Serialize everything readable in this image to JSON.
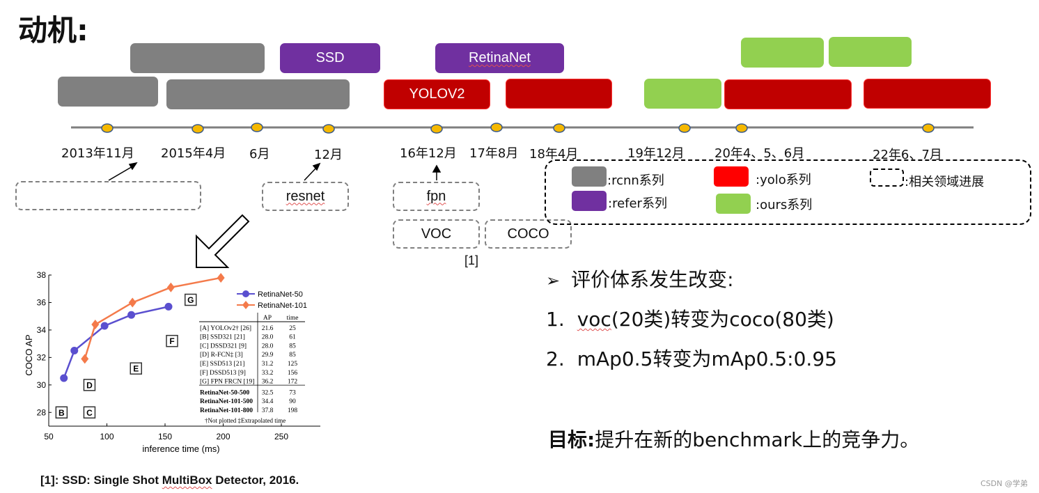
{
  "title": "动机:",
  "method_boxes": {
    "ssd": "SSD",
    "retinanet": "RetinaNet",
    "yolov2": "YOLOV2"
  },
  "timeline_labels": [
    "2013年11月",
    "2015年4月",
    "6月",
    "12月",
    "16年12月",
    "17年8月",
    "18年4月",
    "19年12月",
    "20年4、5、6月",
    "22年6、7月"
  ],
  "related": {
    "resnet": "resnet",
    "fpn": "fpn",
    "voc": "VOC",
    "coco": "COCO",
    "citation_mark": "[1]"
  },
  "legend": {
    "rcnn": ":rcnn系列",
    "yolo": ":yolo系列",
    "related": ":相关领域进展",
    "refer": ":refer系列",
    "ours": ":ours系列",
    "colors": {
      "rcnn": "#808080",
      "yolo": "#ff0000",
      "refer": "#7030a0",
      "ours": "#92d050"
    }
  },
  "points": {
    "p1": "评价体系发生改变:",
    "p2_num": "1.",
    "p2_a": "voc",
    "p2_b": "(20类)转变为coco(80类)",
    "p3_num": "2.",
    "p3_a": "mAp0.5转变为mAp0.5:0.95"
  },
  "goal": {
    "label": "目标:",
    "text": "提升在新的benchmark上的竞争力。"
  },
  "reference": {
    "prefix": "[1]: SSD: Single Shot ",
    "underlined": "MultiBox",
    "suffix": " Detector, 2016."
  },
  "watermark": "CSDN @学弟",
  "chart_data": {
    "type": "scatter",
    "xlabel": "inference time (ms)",
    "ylabel": "COCO AP",
    "xlim": [
      50,
      250
    ],
    "ylim": [
      27,
      38
    ],
    "xticks": [
      50,
      100,
      150,
      200,
      250
    ],
    "yticks": [
      28,
      30,
      32,
      34,
      36,
      38
    ],
    "series": [
      {
        "name": "RetinaNet-50",
        "color": "#5a4fcf",
        "marker": "circle",
        "points": [
          [
            63,
            30.5
          ],
          [
            72,
            32.5
          ],
          [
            98,
            34.3
          ],
          [
            121,
            35.1
          ],
          [
            153,
            35.7
          ]
        ]
      },
      {
        "name": "RetinaNet-101",
        "color": "#f47a4a",
        "marker": "diamond",
        "points": [
          [
            81,
            31.9
          ],
          [
            90,
            34.4
          ],
          [
            122,
            36.0
          ],
          [
            155,
            37.1
          ],
          [
            198,
            37.8
          ]
        ]
      }
    ],
    "markers": [
      {
        "label": "B",
        "x": 61,
        "y": 28.0
      },
      {
        "label": "C",
        "x": 85,
        "y": 28.0
      },
      {
        "label": "D",
        "x": 85,
        "y": 30.0
      },
      {
        "label": "E",
        "x": 125,
        "y": 31.2
      },
      {
        "label": "F",
        "x": 156,
        "y": 33.2
      },
      {
        "label": "G",
        "x": 172,
        "y": 36.2
      }
    ],
    "table": {
      "headers": [
        "",
        "AP",
        "time"
      ],
      "rows": [
        [
          "[A] YOLOv2† [26]",
          "21.6",
          "25"
        ],
        [
          "[B] SSD321 [21]",
          "28.0",
          "61"
        ],
        [
          "[C] DSSD321 [9]",
          "28.0",
          "85"
        ],
        [
          "[D] R-FCN‡ [3]",
          "29.9",
          "85"
        ],
        [
          "[E] SSD513 [21]",
          "31.2",
          "125"
        ],
        [
          "[F] DSSD513 [9]",
          "33.2",
          "156"
        ],
        [
          "[G] FPN FRCN [19]",
          "36.2",
          "172"
        ],
        [
          "RetinaNet-50-500",
          "32.5",
          "73"
        ],
        [
          "RetinaNet-101-500",
          "34.4",
          "90"
        ],
        [
          "RetinaNet-101-800",
          "37.8",
          "198"
        ]
      ],
      "footnote": "†Not plotted   ‡Extrapolated time"
    }
  }
}
